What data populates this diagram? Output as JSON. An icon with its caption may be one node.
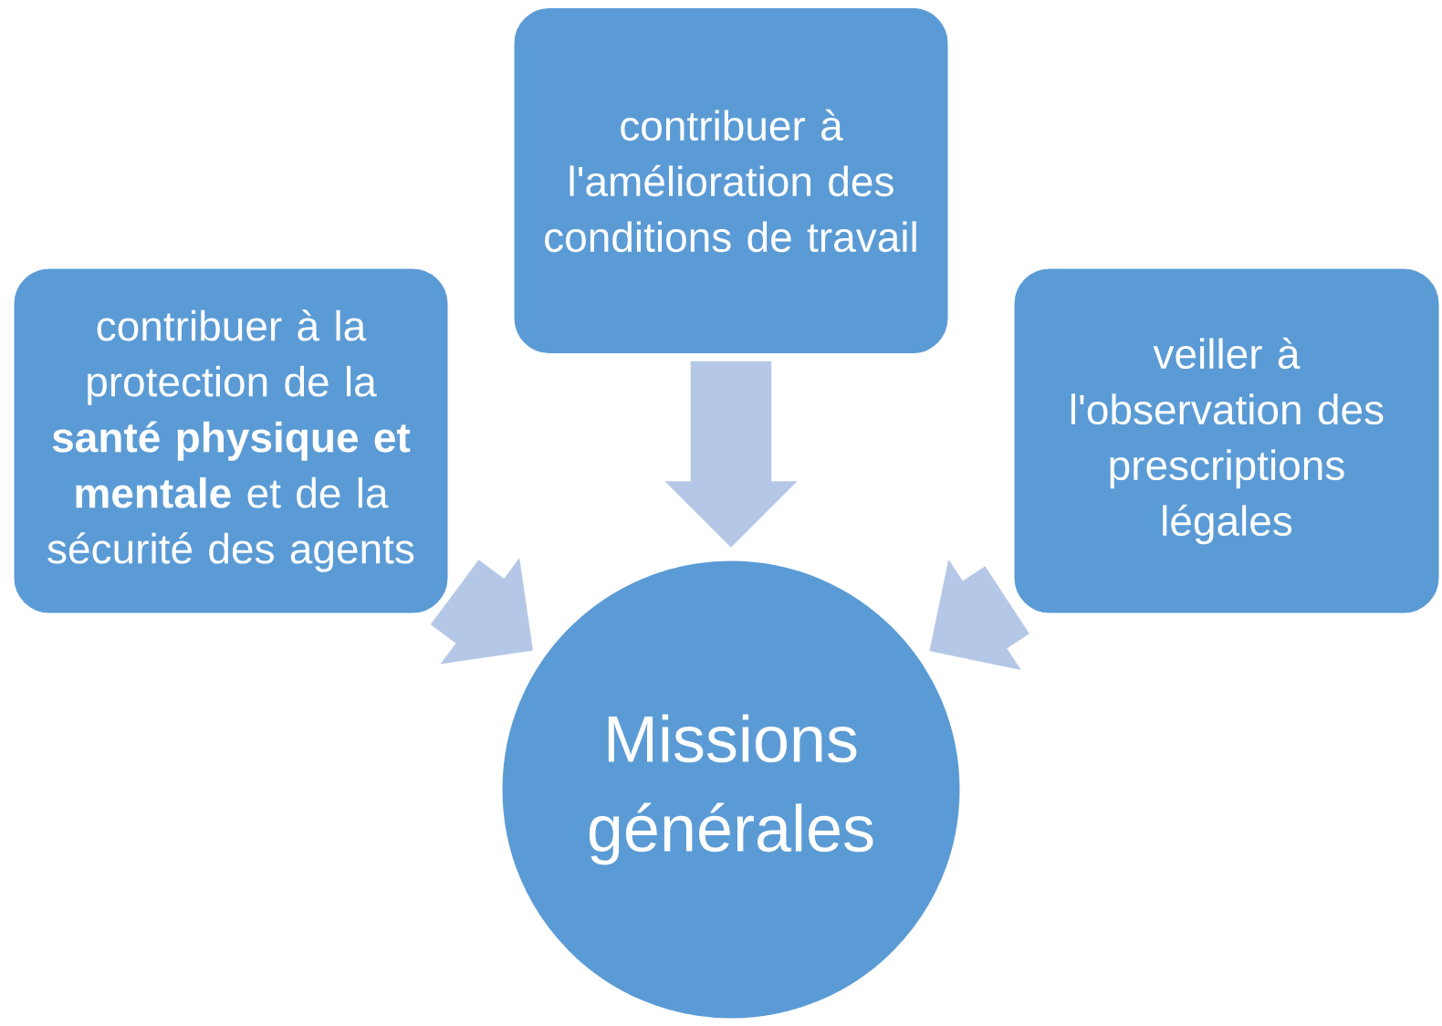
{
  "diagram": {
    "nodes": [
      {
        "text": [
          "contribuer à l'amélioration des conditions de travail"
        ]
      },
      {
        "text": [
          "contribuer à la protection de la **santé physique et mentale** et de la sécurité des agents"
        ]
      },
      {
        "text": [
          "veiller à l'observation des prescriptions légales"
        ]
      },
      {
        "text": [
          "Missions générales"
        ]
      }
    ],
    "edges": [
      {
        "from": 0,
        "to": 3,
        "arrow": "to"
      },
      {
        "from": 1,
        "to": 3,
        "arrow": "to"
      },
      {
        "from": 2,
        "to": 3,
        "arrow": "to"
      }
    ]
  }
}
